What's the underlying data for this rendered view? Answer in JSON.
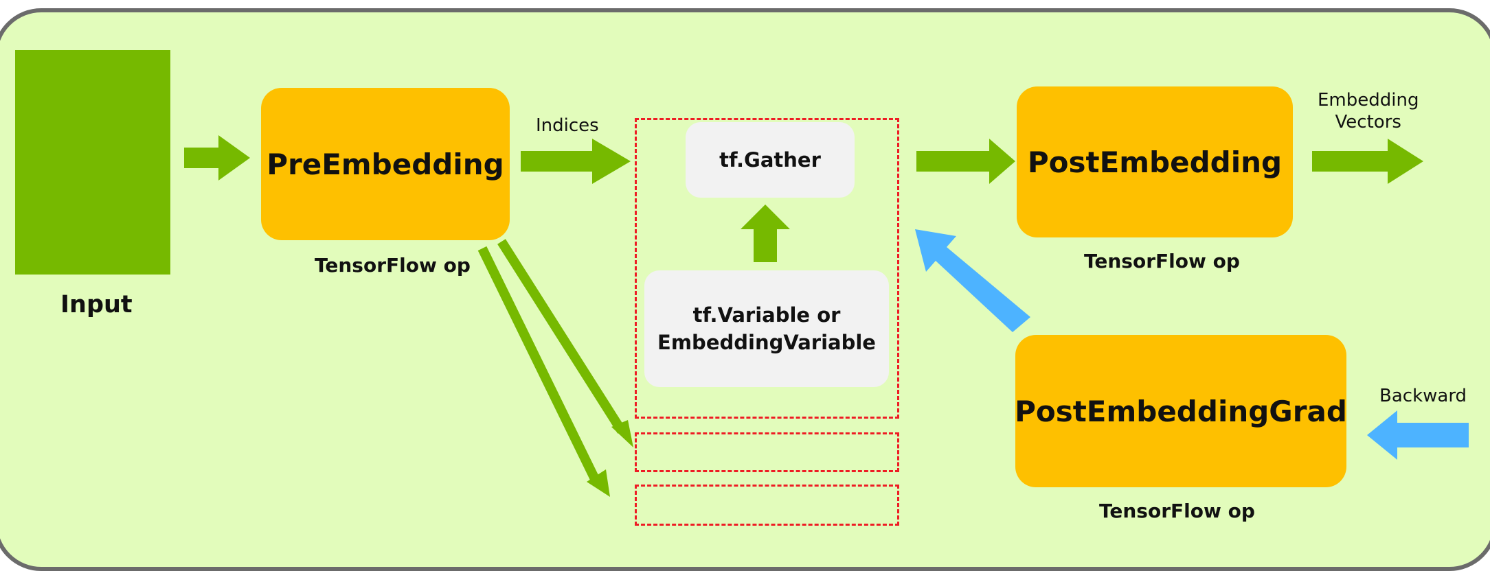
{
  "input": {
    "label": "Input"
  },
  "pre_embedding": {
    "title": "PreEmbedding",
    "caption": "TensorFlow op"
  },
  "indices_label": "Indices",
  "gather": {
    "title": "tf.Gather"
  },
  "variable": {
    "line1": "tf.Variable or",
    "line2": "EmbeddingVariable"
  },
  "post_embedding": {
    "title": "PostEmbedding",
    "caption": "TensorFlow op"
  },
  "embedding_vectors": {
    "line1": "Embedding",
    "line2": "Vectors"
  },
  "post_embedding_grad": {
    "title": "PostEmbeddingGrad",
    "caption": "TensorFlow op"
  },
  "backward_label": "Backward",
  "colors": {
    "background": "#e2fcbb",
    "green": "#76b900",
    "op_orange": "#fec000",
    "blue": "#4db3ff",
    "dash_red": "#ee1c24",
    "box_gray": "#f2f2f2"
  }
}
